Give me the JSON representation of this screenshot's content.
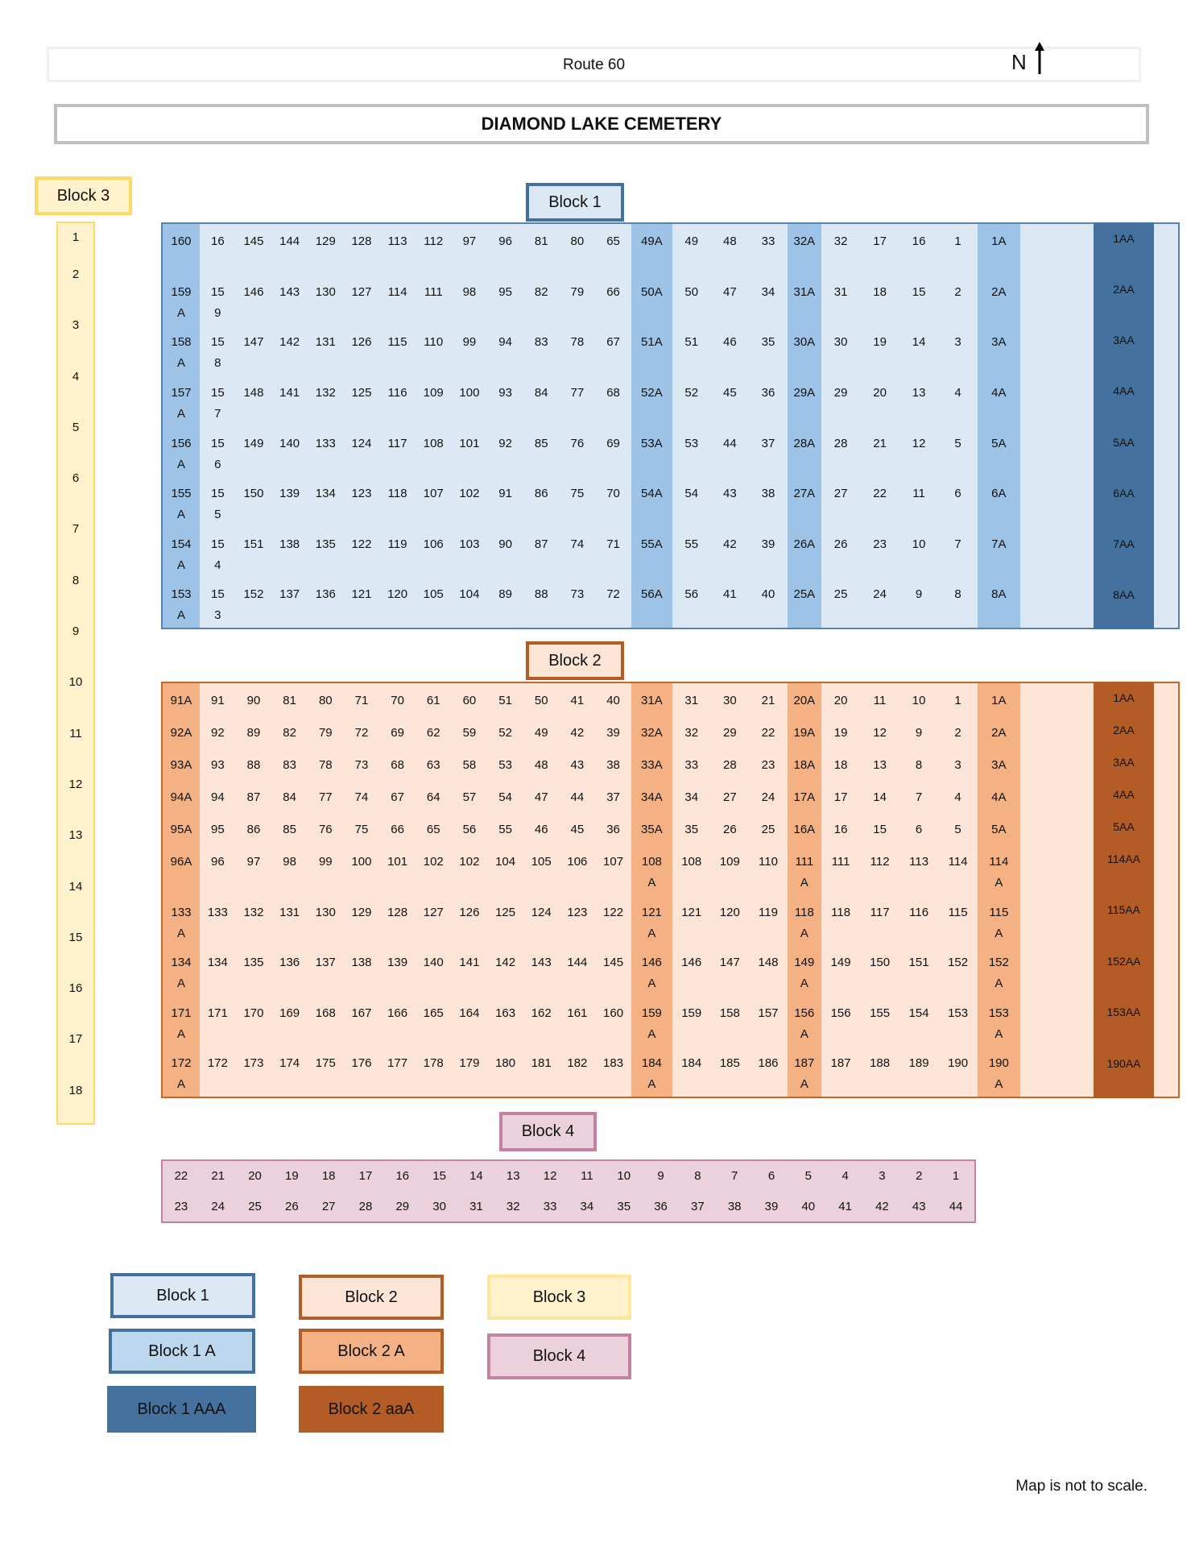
{
  "road": {
    "label": "Route 60"
  },
  "compass": {
    "label": "N"
  },
  "title": "DIAMOND LAKE CEMETERY",
  "block_labels": {
    "block1": "Block 1",
    "block2": "Block 2",
    "block3": "Block 3",
    "block4": "Block 4"
  },
  "block3": {
    "rows": [
      "1",
      "2",
      "3",
      "4",
      "5",
      "6",
      "7",
      "8",
      "9",
      "10",
      "11",
      "12",
      "13",
      "14",
      "15",
      "16",
      "17",
      "18"
    ]
  },
  "block1": {
    "rows": [
      [
        "160",
        "16",
        "145",
        "144",
        "129",
        "128",
        "113",
        "112",
        "97",
        "96",
        "81",
        "80",
        "65",
        "49A",
        "49",
        "48",
        "33",
        "32A",
        "32",
        "17",
        "16",
        "1",
        "1A"
      ],
      [
        "159A",
        "159",
        "146",
        "143",
        "130",
        "127",
        "114",
        "111",
        "98",
        "95",
        "82",
        "79",
        "66",
        "50A",
        "50",
        "47",
        "34",
        "31A",
        "31",
        "18",
        "15",
        "2",
        "2A"
      ],
      [
        "158A",
        "158",
        "147",
        "142",
        "131",
        "126",
        "115",
        "110",
        "99",
        "94",
        "83",
        "78",
        "67",
        "51A",
        "51",
        "46",
        "35",
        "30A",
        "30",
        "19",
        "14",
        "3",
        "3A"
      ],
      [
        "157A",
        "157",
        "148",
        "141",
        "132",
        "125",
        "116",
        "109",
        "100",
        "93",
        "84",
        "77",
        "68",
        "52A",
        "52",
        "45",
        "36",
        "29A",
        "29",
        "20",
        "13",
        "4",
        "4A"
      ],
      [
        "156A",
        "156",
        "149",
        "140",
        "133",
        "124",
        "117",
        "108",
        "101",
        "92",
        "85",
        "76",
        "69",
        "53A",
        "53",
        "44",
        "37",
        "28A",
        "28",
        "21",
        "12",
        "5",
        "5A"
      ],
      [
        "155A",
        "155",
        "150",
        "139",
        "134",
        "123",
        "118",
        "107",
        "102",
        "91",
        "86",
        "75",
        "70",
        "54A",
        "54",
        "43",
        "38",
        "27A",
        "27",
        "22",
        "11",
        "6",
        "6A"
      ],
      [
        "154A",
        "154",
        "151",
        "138",
        "135",
        "122",
        "119",
        "106",
        "103",
        "90",
        "87",
        "74",
        "71",
        "55A",
        "55",
        "42",
        "39",
        "26A",
        "26",
        "23",
        "10",
        "7",
        "7A"
      ],
      [
        "153A",
        "153",
        "152",
        "137",
        "136",
        "121",
        "120",
        "105",
        "104",
        "89",
        "88",
        "73",
        "72",
        "56A",
        "56",
        "41",
        "40",
        "25A",
        "25",
        "24",
        "9",
        "8",
        "8A"
      ]
    ],
    "aa": [
      "1AA",
      "2AA",
      "3AA",
      "4AA",
      "5AA",
      "6AA",
      "7AA",
      "8AA"
    ]
  },
  "block2": {
    "rows": [
      [
        "91A",
        "91",
        "90",
        "81",
        "80",
        "71",
        "70",
        "61",
        "60",
        "51",
        "50",
        "41",
        "40",
        "31A",
        "31",
        "30",
        "21",
        "20A",
        "20",
        "11",
        "10",
        "1",
        "1A"
      ],
      [
        "92A",
        "92",
        "89",
        "82",
        "79",
        "72",
        "69",
        "62",
        "59",
        "52",
        "49",
        "42",
        "39",
        "32A",
        "32",
        "29",
        "22",
        "19A",
        "19",
        "12",
        "9",
        "2",
        "2A"
      ],
      [
        "93A",
        "93",
        "88",
        "83",
        "78",
        "73",
        "68",
        "63",
        "58",
        "53",
        "48",
        "43",
        "38",
        "33A",
        "33",
        "28",
        "23",
        "18A",
        "18",
        "13",
        "8",
        "3",
        "3A"
      ],
      [
        "94A",
        "94",
        "87",
        "84",
        "77",
        "74",
        "67",
        "64",
        "57",
        "54",
        "47",
        "44",
        "37",
        "34A",
        "34",
        "27",
        "24",
        "17A",
        "17",
        "14",
        "7",
        "4",
        "4A"
      ],
      [
        "95A",
        "95",
        "86",
        "85",
        "76",
        "75",
        "66",
        "65",
        "56",
        "55",
        "46",
        "45",
        "36",
        "35A",
        "35",
        "26",
        "25",
        "16A",
        "16",
        "15",
        "6",
        "5",
        "5A"
      ],
      [
        "96A",
        "96",
        "97",
        "98",
        "99",
        "100",
        "101",
        "102",
        "102",
        "104",
        "105",
        "106",
        "107",
        "108A",
        "108",
        "109",
        "110",
        "111A",
        "111",
        "112",
        "113",
        "114",
        "114A"
      ],
      [
        "133A",
        "133",
        "132",
        "131",
        "130",
        "129",
        "128",
        "127",
        "126",
        "125",
        "124",
        "123",
        "122",
        "121A",
        "121",
        "120",
        "119",
        "118A",
        "118",
        "117",
        "116",
        "115",
        "115A"
      ],
      [
        "134A",
        "134",
        "135",
        "136",
        "137",
        "138",
        "139",
        "140",
        "141",
        "142",
        "143",
        "144",
        "145",
        "146A",
        "146",
        "147",
        "148",
        "149A",
        "149",
        "150",
        "151",
        "152",
        "152A"
      ],
      [
        "171A",
        "171",
        "170",
        "169",
        "168",
        "167",
        "166",
        "165",
        "164",
        "163",
        "162",
        "161",
        "160",
        "159A",
        "159",
        "158",
        "157",
        "156A",
        "156",
        "155",
        "154",
        "153",
        "153A"
      ],
      [
        "172A",
        "172",
        "173",
        "174",
        "175",
        "176",
        "177",
        "178",
        "179",
        "180",
        "181",
        "182",
        "183",
        "184A",
        "184",
        "185",
        "186",
        "187A",
        "187",
        "188",
        "189",
        "190",
        "190A"
      ]
    ],
    "aa": [
      "1AA",
      "2AA",
      "3AA",
      "4AA",
      "5AA",
      "114AA",
      "115AA",
      "152AA",
      "153AA",
      "190AA"
    ]
  },
  "block4": {
    "rows": [
      [
        "22",
        "21",
        "20",
        "19",
        "18",
        "17",
        "16",
        "15",
        "14",
        "13",
        "12",
        "11",
        "10",
        "9",
        "8",
        "7",
        "6",
        "5",
        "4",
        "3",
        "2",
        "1"
      ],
      [
        "23",
        "24",
        "25",
        "26",
        "27",
        "28",
        "29",
        "30",
        "31",
        "32",
        "33",
        "34",
        "35",
        "36",
        "37",
        "38",
        "39",
        "40",
        "41",
        "42",
        "43",
        "44"
      ]
    ]
  },
  "legend": {
    "block1": "Block 1",
    "block1a": "Block 1 A",
    "block1aaa": "Block 1 AAA",
    "block2": "Block 2",
    "block2a": "Block 2 A",
    "block2aaa": "Block 2 aaA",
    "block3": "Block 3",
    "block4": "Block 4"
  },
  "colors": {
    "block1": "#dce9f5",
    "block1a": "#9dc3e6",
    "block1aaa": "#44719e",
    "block2": "#fce4d6",
    "block2a": "#f4b183",
    "block2aaa": "#b35c26",
    "block3": "#fff2cc",
    "block4": "#ead1dc"
  },
  "footnote": "Map is not to scale."
}
